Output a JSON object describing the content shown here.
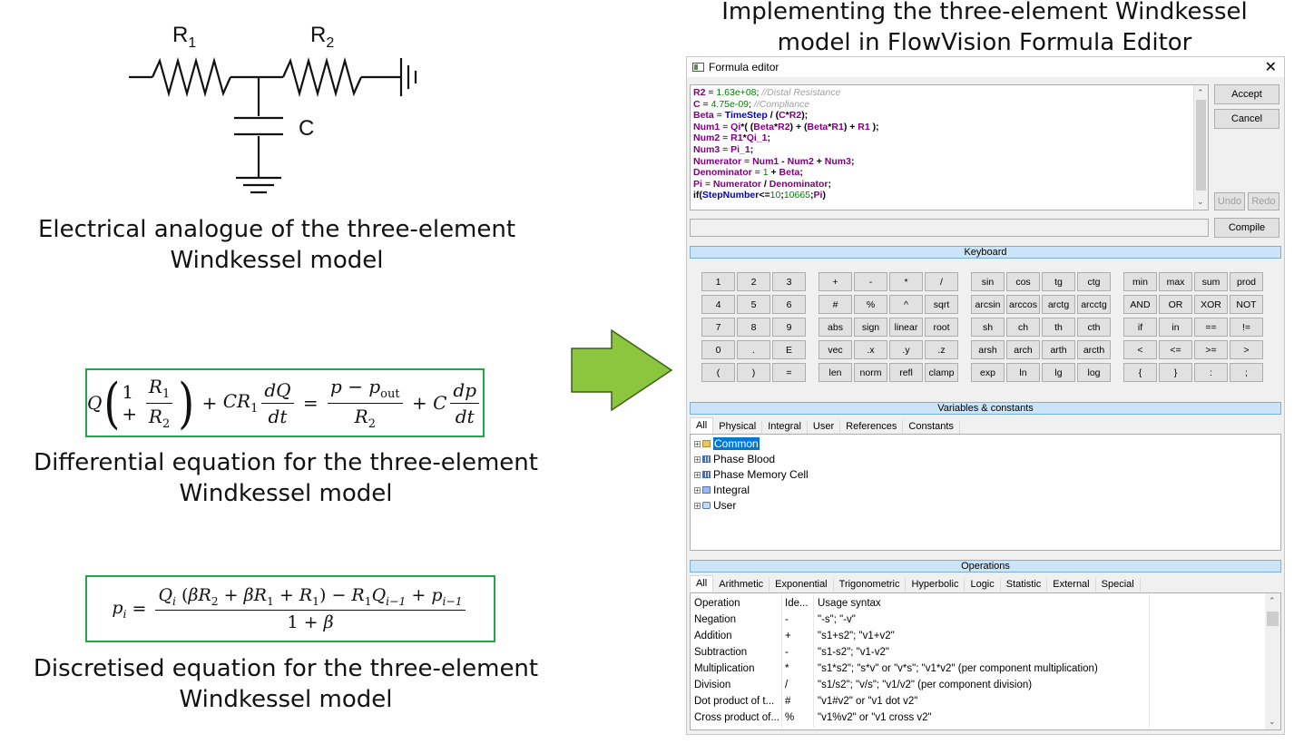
{
  "left": {
    "circuit_labels": {
      "r1": "R",
      "r1_sub": "1",
      "r2": "R",
      "r2_sub": "2",
      "c": "C"
    },
    "caption1": "Electrical analogue of the three-element Windkessel model",
    "caption2": "Differential equation for the three-element Windkessel model",
    "caption3": "Discretised equation for the three-element Windkessel model"
  },
  "right": {
    "title": "Implementing the three-element Windkessel model in FlowVision Formula Editor"
  },
  "window": {
    "title": "Formula editor",
    "buttons": {
      "accept": "Accept",
      "cancel": "Cancel",
      "undo": "Undo",
      "redo": "Redo",
      "compile": "Compile"
    },
    "editor": {
      "l1_var": "R2",
      "l1_eq": " = ",
      "l1_num": "1.63e+08",
      "l1_semi": "; ",
      "l1_cmt": "//Distal Resistance",
      "l2_var": "C",
      "l2_eq": " = ",
      "l2_num": "4.75e-09",
      "l2_semi": "; ",
      "l2_cmt": "//Compliance",
      "l3_var": "Beta",
      "l3_eq": " = ",
      "l3_kw": "TimeStep",
      "l3_rest_a": " / (",
      "l3_v1": "C",
      "l3_op": "*",
      "l3_v2": "R2",
      "l3_end": ");",
      "l4_var": "Num1",
      "l4_eq": " = ",
      "l4_v1": "Qi",
      "l4_a": "*( (",
      "l4_v2": "Beta",
      "l4_b": "*",
      "l4_v3": "R2",
      "l4_c": ") + (",
      "l4_v4": "Beta",
      "l4_d": "*",
      "l4_v5": "R1",
      "l4_e": ") + ",
      "l4_v6": "R1",
      "l4_f": " );",
      "l5_var": "Num2",
      "l5_eq": " = ",
      "l5_v1": "R1",
      "l5_a": "*",
      "l5_v2": "Qi_1",
      "l5_end": ";",
      "l6_var": "Num3",
      "l6_eq": " = ",
      "l6_v1": "Pi_1",
      "l6_end": ";",
      "l7_var": "Numerator",
      "l7_eq": " = ",
      "l7_v1": "Num1",
      "l7_a": " - ",
      "l7_v2": "Num2",
      "l7_b": " + ",
      "l7_v3": "Num3",
      "l7_end": ";",
      "l8_var": "Denominator",
      "l8_eq": " = ",
      "l8_num": "1",
      "l8_a": " + ",
      "l8_v1": "Beta",
      "l8_end": ";",
      "l9_var": "Pi",
      "l9_eq": " = ",
      "l9_v1": "Numerator",
      "l9_a": " / ",
      "l9_v2": "Denominator",
      "l9_end": ";",
      "l10_kw": "if",
      "l10_a": "(",
      "l10_kw2": "StepNumber",
      "l10_b": "<=",
      "l10_num1": "10",
      "l10_c": ";",
      "l10_num2": "10665",
      "l10_d": ";",
      "l10_v": "Pi",
      "l10_end": ")"
    },
    "keyboard_label": "Keyboard",
    "keys": [
      [
        "1",
        "2",
        "3",
        "+",
        "-",
        "*",
        "/",
        "sin",
        "cos",
        "tg",
        "ctg",
        "min",
        "max",
        "sum",
        "prod"
      ],
      [
        "4",
        "5",
        "6",
        "#",
        "%",
        "^",
        "sqrt",
        "arcsin",
        "arccos",
        "arctg",
        "arcctg",
        "AND",
        "OR",
        "XOR",
        "NOT"
      ],
      [
        "7",
        "8",
        "9",
        "abs",
        "sign",
        "linear",
        "root",
        "sh",
        "ch",
        "th",
        "cth",
        "if",
        "in",
        "==",
        "!="
      ],
      [
        "0",
        ".",
        "E",
        "vec",
        ".x",
        ".y",
        ".z",
        "arsh",
        "arch",
        "arth",
        "arcth",
        "<",
        "<=",
        ">=",
        ">"
      ],
      [
        "(",
        ")",
        "=",
        "len",
        "norm",
        "refl",
        "clamp",
        "exp",
        "ln",
        "lg",
        "log",
        "{",
        "}",
        ":",
        ";"
      ]
    ],
    "variables_label": "Variables & constants",
    "var_tabs": [
      "All",
      "Physical",
      "Integral",
      "User",
      "References",
      "Constants"
    ],
    "tree": [
      "Common",
      "Phase Blood",
      "Phase Memory Cell",
      "Integral",
      "User"
    ],
    "operations_label": "Operations",
    "op_tabs": [
      "All",
      "Arithmetic",
      "Exponential",
      "Trigonometric",
      "Hyperbolic",
      "Logic",
      "Statistic",
      "External",
      "Special"
    ],
    "op_header": {
      "c1": "Operation",
      "c2": "Ide...",
      "c3": "Usage syntax"
    },
    "op_rows": [
      {
        "c1": "Negation",
        "c2": "-",
        "c3": "\"-s\"; \"-v\""
      },
      {
        "c1": "Addition",
        "c2": "+",
        "c3": "\"s1+s2\"; \"v1+v2\""
      },
      {
        "c1": "Subtraction",
        "c2": "-",
        "c3": "\"s1-s2\"; \"v1-v2\""
      },
      {
        "c1": "Multiplication",
        "c2": "*",
        "c3": "\"s1*s2\"; \"s*v\" or \"v*s\"; \"v1*v2\" (per component multiplication)"
      },
      {
        "c1": "Division",
        "c2": "/",
        "c3": "\"s1/s2\"; \"v/s\"; \"v1/v2\" (per component division)"
      },
      {
        "c1": "Dot product of t...",
        "c2": "#",
        "c3": "\"v1#v2\" or \"v1 dot v2\""
      },
      {
        "c1": "Cross product of...",
        "c2": "%",
        "c3": "\"v1%v2\" or \"v1 cross v2\""
      }
    ]
  }
}
